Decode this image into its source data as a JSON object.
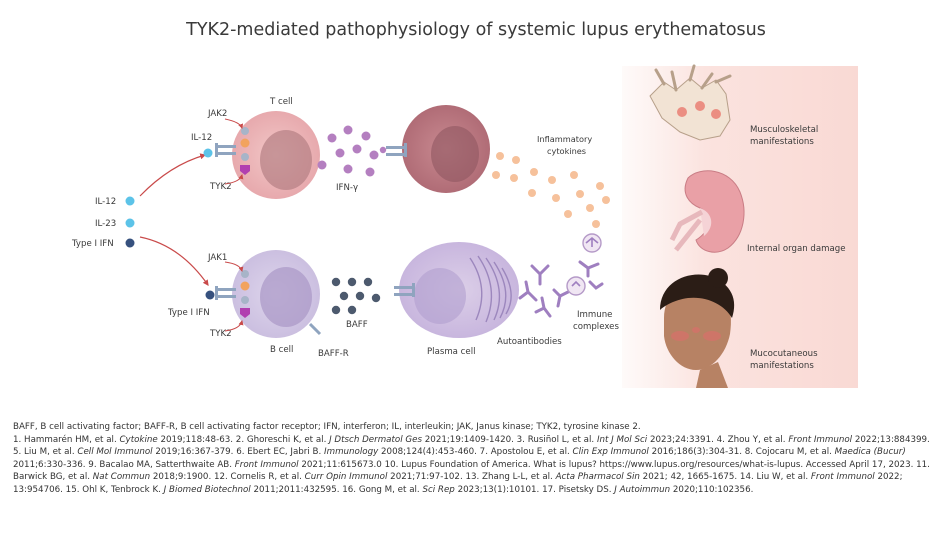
{
  "title": "TYK2-mediated pathophysiology of systemic lupus erythematosus",
  "diagram": {
    "cytokine_legend": [
      "IL-12",
      "IL-23",
      "Type I IFN"
    ],
    "t_cell": {
      "label": "T cell",
      "il12": "IL-12",
      "jak": "JAK2",
      "tyk": "TYK2"
    },
    "b_cell": {
      "label": "B cell",
      "ifn": "Type I IFN",
      "jak": "JAK1",
      "tyk": "TYK2"
    },
    "ifn_gamma": "IFN-γ",
    "baff": "BAFF",
    "baff_r": "BAFF-R",
    "plasma_cell": "Plasma cell",
    "autoantibodies": "Autoantibodies",
    "inflammatory": [
      "Inflammatory",
      "cytokines"
    ],
    "immune_complexes": [
      "Immune",
      "complexes"
    ],
    "manifestations": {
      "musculoskeletal": [
        "Musculoskeletal",
        "manifestations"
      ],
      "organ": "Internal organ damage",
      "mucocutaneous": [
        "Mucocutaneous",
        "manifestations"
      ]
    },
    "colors": {
      "il12": "#5cc3e8",
      "il23": "#5cc3e8",
      "type1ifn": "#36517e",
      "ifn_gamma": "#b47fc0",
      "baff": "#4d5a6e",
      "cytokine": "#f6c19b",
      "arrow": "#c94a4a"
    }
  },
  "footnote": {
    "abbreviations": "BAFF, B cell activating factor; BAFF-R, B cell activating factor receptor; IFN, interferon; IL, interleukin; JAK, Janus kinase; TYK2, tyrosine kinase 2.",
    "references": [
      "1. Hammarén HM, et al. ",
      "Cytokine",
      " 2019;118:48-63. 2. Ghoreschi K, et al. ",
      "J Dtsch Dermatol Ges",
      " 2021;19:1409-1420. 3. Rusiñol L, et al. ",
      "Int J Mol Sci",
      " 2023;24:3391. 4. Zhou Y, et al. ",
      "Front Immunol",
      " 2022;13:884399. 5. Liu M, et al. ",
      "Cell Mol Immunol",
      " 2019;16:367-379. 6. Ebert EC, Jabri B. ",
      "Immunology",
      " 2008;124(4):453-460. 7. Apostolou E, et al. ",
      "Clin Exp Immunol",
      " 2016;186(3):304-31. 8. Cojocaru M, et al. ",
      "Maedica (Bucur)",
      " 2011;6:330-336. 9. Bacalao MA, Satterthwaite AB. ",
      "Front Immunol",
      " 2021;11:615673.0 10. Lupus Foundation of America. What is lupus? https://www.lupus.org/resources/what-is-lupus. Accessed April 17, 2023. 11. Barwick BG, et al. ",
      "Nat Commun",
      " 2018;9:1900. 12. Cornelis R, et al. ",
      "Curr Opin Immunol",
      " 2021;71:97-102. 13. Zhang L-L, et al. ",
      "Acta Pharmacol Sin",
      " 2021; 42, 1665-1675. 14. Liu W, et al. ",
      "Front Immunol",
      " 2022; 13:954706. 15. Ohl K, Tenbrock K. ",
      "J Biomed Biotechnol",
      " 2011;2011:432595. 16. Gong M, et al. ",
      "Sci Rep",
      " 2023;13(1):10101. 17. Pisetsky DS. ",
      "J Autoimmun",
      " 2020;110:102356."
    ]
  }
}
